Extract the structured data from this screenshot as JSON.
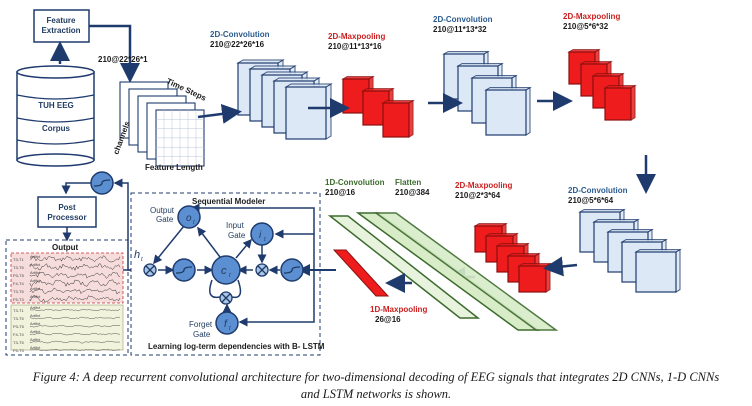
{
  "colors": {
    "navy": "#1f3b6d",
    "conv_fill": "#dce8f5",
    "pool_fill": "#ee1c1c",
    "dense_fill": "#d7ecc7",
    "dense_stroke": "#3d6b2e"
  },
  "inputs": {
    "feature_extraction": "Feature Extraction",
    "tuh_eeg": "TUH EEG",
    "corpus": "Corpus",
    "input_shape": "210@22*26*1",
    "time_steps": "Time Steps",
    "channels": "channels",
    "feature_length": "Feature Length"
  },
  "layers": {
    "conv1_title": "2D-Convolution",
    "conv1_shape": "210@22*26*16",
    "pool1_title": "2D-Maxpooling",
    "pool1_shape": "210@11*13*16",
    "conv2_title": "2D-Convolution",
    "conv2_shape": "210@11*13*32",
    "pool2_title": "2D-Maxpooling",
    "pool2_shape": "210@5*6*32",
    "conv3_title": "2D-Convolution",
    "conv3_shape": "210@5*6*64",
    "pool3_title": "2D-Maxpooling",
    "pool3_shape": "210@2*3*64",
    "flatten_title": "Flatten",
    "flatten_shape": "210@384",
    "conv1d_title": "1D-Convolution",
    "conv1d_shape": "210@16",
    "pool1d_title": "1D-Maxpooling",
    "pool1d_shape": "26@16"
  },
  "lstm": {
    "title": "Sequential Modeler",
    "output_gate": "Output Gate",
    "input_gate": "Input Gate",
    "forget_gate": "Forget Gate",
    "o_t": "o",
    "i_t": "i",
    "f_t": "f",
    "c_t": "c",
    "h_t": "h",
    "subscript": "t",
    "footer": "Learning log-term dependencies with B- LSTM"
  },
  "output": {
    "post_processor": "Post Processor",
    "output_title": "Output",
    "channels": [
      "T3-T1",
      "T3-T5",
      "P3-T5",
      "F4-T4",
      "T3-T5",
      "F5-T3"
    ],
    "trace_label": "Artifct"
  },
  "caption": {
    "line1": "Figure 4: A deep recurrent convolutional architecture for two-dimensional decoding of EEG signals that integrates 2D CNNs, 1-D CNNs",
    "line2": "and LSTM networks is shown."
  }
}
